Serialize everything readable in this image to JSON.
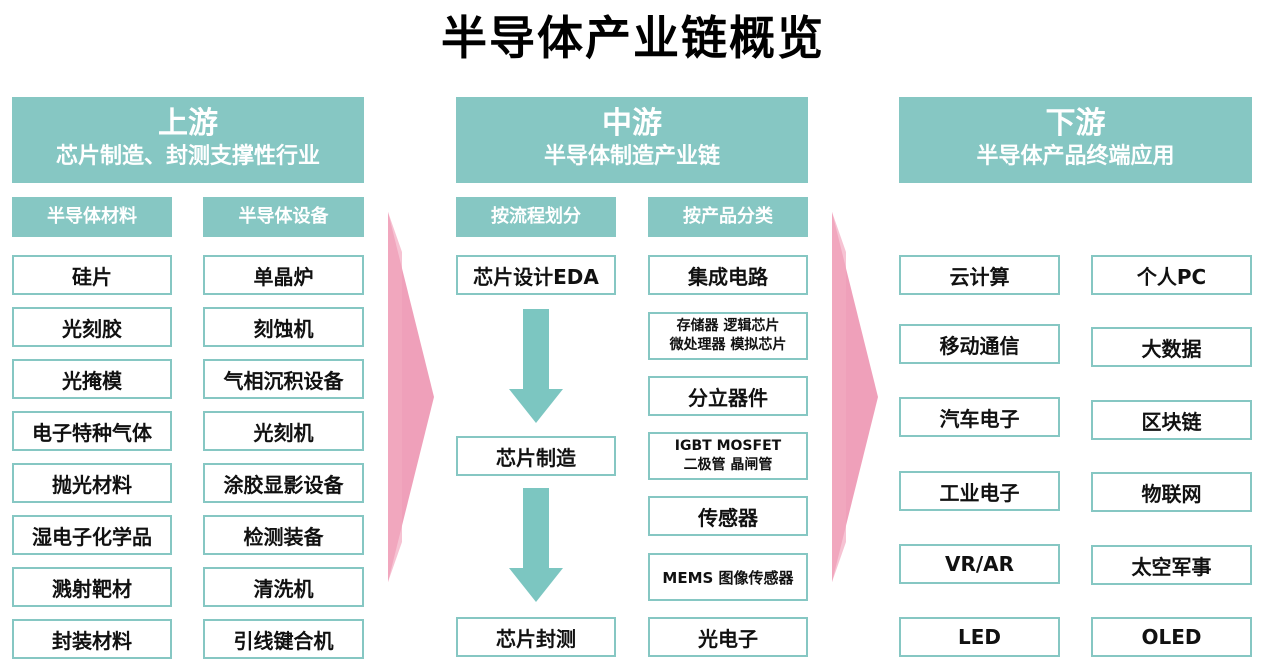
{
  "title": "半导体产业链概览",
  "upstream": {
    "name": "上游",
    "desc": "芯片制造、封测支撑性行业",
    "materials": {
      "label": "半导体材料",
      "items": [
        "硅片",
        "光刻胶",
        "光掩模",
        "电子特种气体",
        "抛光材料",
        "湿电子化学品",
        "溅射靶材",
        "封装材料"
      ]
    },
    "equipment": {
      "label": "半导体设备",
      "items": [
        "单晶炉",
        "刻蚀机",
        "气相沉积设备",
        "光刻机",
        "涂胶显影设备",
        "检测装备",
        "清洗机",
        "引线键合机"
      ]
    }
  },
  "midstream": {
    "name": "中游",
    "desc": "半导体制造产业链",
    "process": {
      "label": "按流程划分",
      "items": [
        "芯片设计EDA",
        "芯片制造",
        "芯片封测"
      ]
    },
    "products": {
      "label": "按产品分类",
      "items": [
        {
          "l1": "集成电路",
          "l2": ""
        },
        {
          "l1": "存储器 逻辑芯片",
          "l2": "微处理器 模拟芯片"
        },
        {
          "l1": "分立器件",
          "l2": ""
        },
        {
          "l1": "IGBT MOSFET",
          "l2": "二极管 晶闸管"
        },
        {
          "l1": "传感器",
          "l2": ""
        },
        {
          "l1": "MEMS 图像传感器",
          "l2": ""
        },
        {
          "l1": "光电子",
          "l2": ""
        }
      ]
    }
  },
  "downstream": {
    "name": "下游",
    "desc": "半导体产品终端应用",
    "left": [
      "云计算",
      "移动通信",
      "汽车电子",
      "工业电子",
      "VR/AR",
      "LED"
    ],
    "right": [
      "个人PC",
      "大数据",
      "区块链",
      "物联网",
      "太空军事",
      "OLED"
    ]
  },
  "colors": {
    "teal": "#86c7c3",
    "pink": "#ec8fae",
    "arrow_teal": "#7cc6c1"
  }
}
